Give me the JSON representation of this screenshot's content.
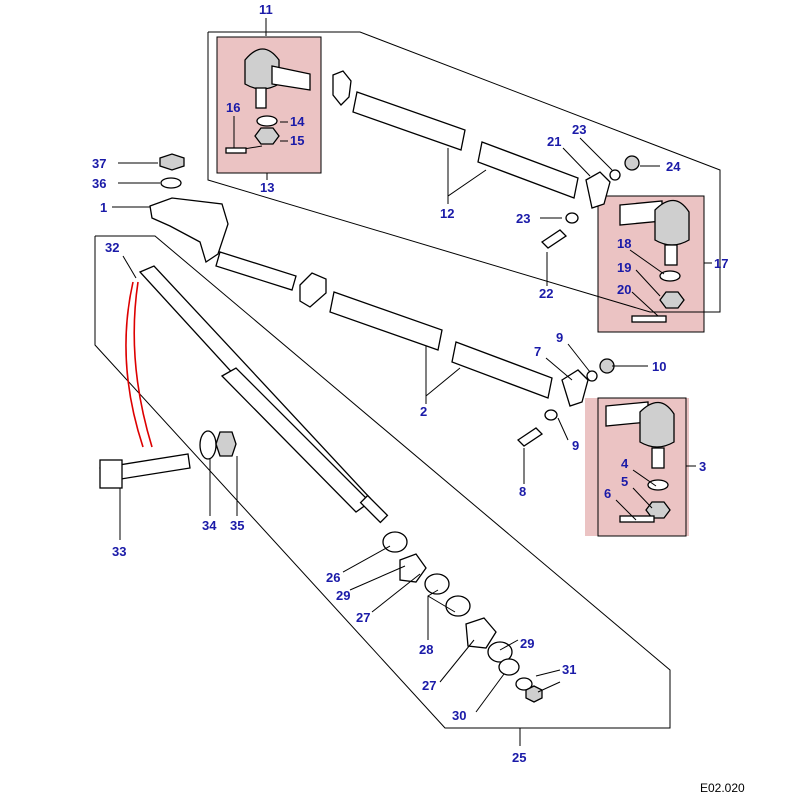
{
  "diagram": {
    "reference": "E02.020",
    "highlight_color": "#e8b9b9",
    "label_color": "#1a1aa8",
    "labels": {
      "l11": "11",
      "l16": "16",
      "l14": "14",
      "l15": "15",
      "l13": "13",
      "l37": "37",
      "l36": "36",
      "l1": "1",
      "l12": "12",
      "l21": "21",
      "l23a": "23",
      "l24": "24",
      "l23b": "23",
      "l17": "17",
      "l18": "18",
      "l19": "19",
      "l20": "20",
      "l22": "22",
      "l32": "32",
      "l9a": "9",
      "l7": "7",
      "l10": "10",
      "l2": "2",
      "l9b": "9",
      "l3": "3",
      "l4": "4",
      "l5": "5",
      "l6": "6",
      "l8": "8",
      "l33": "33",
      "l34": "34",
      "l35": "35",
      "l26": "26",
      "l29a": "29",
      "l27a": "27",
      "l28": "28",
      "l29b": "29",
      "l31": "31",
      "l27b": "27",
      "l30": "30",
      "l25": "25"
    }
  }
}
